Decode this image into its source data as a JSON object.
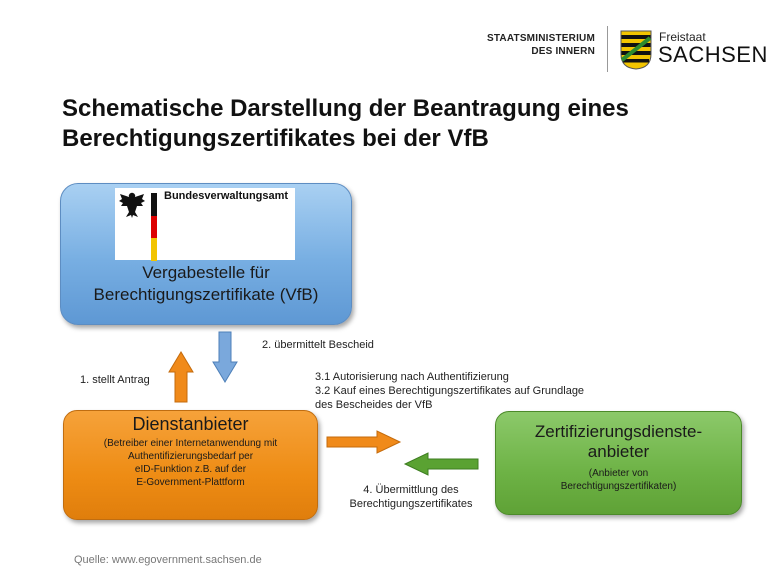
{
  "header": {
    "ministry_line1": "STAATSMINISTERIUM",
    "ministry_line2": "DES INNERN",
    "state_small": "Freistaat",
    "state_large": "SACHSEN"
  },
  "title": {
    "line1": "Schematische Darstellung der Beantragung eines",
    "line2": "Berechtigungszertifikates bei der VfB"
  },
  "vfb": {
    "logo_text": "Bundesverwaltungsamt",
    "title_line1": "Vergabestelle für",
    "title_line2": "Berechtigungszertifikate (VfB)"
  },
  "dienstanbieter": {
    "title": "Dienstanbieter",
    "desc_lines": [
      "(Betreiber einer Internetanwendung  mit",
      "Authentifizierungsbedarf  per",
      "eID-Funktion  z.B.  auf der",
      "E-Government-Plattform"
    ]
  },
  "zda": {
    "title_line1": "Zertifizierungsdienste-",
    "title_line2": "anbieter",
    "desc_line1": "(Anbieter von",
    "desc_line2": "Berechtigungszertifikaten)"
  },
  "labels": {
    "step1": "1.  stellt Antrag",
    "step2": "2.  übermittelt  Bescheid",
    "step3_line1": "3.1 Autorisierung nach Authentifizierung",
    "step3_line2": "3.2 Kauf eines Berechtigungszertifikates  auf Grundlage",
    "step3_line3": "des Bescheides der VfB",
    "step4_line1": "4.  Übermittlung  des",
    "step4_line2": "Berechtigungszertifikates"
  },
  "source": "Quelle:  www.egovernment.sachsen.de",
  "colors": {
    "vfb_box": "#77aee2",
    "dienstanbieter_box": "#ee8c14",
    "zda_box": "#6db245",
    "arrow_blue": "#7aa8dc",
    "arrow_orange": "#f08a1a",
    "arrow_green": "#5aa232"
  },
  "icons": [
    "sachsen-crest-icon",
    "federal-eagle-icon",
    "german-flag-stripe-icon"
  ]
}
